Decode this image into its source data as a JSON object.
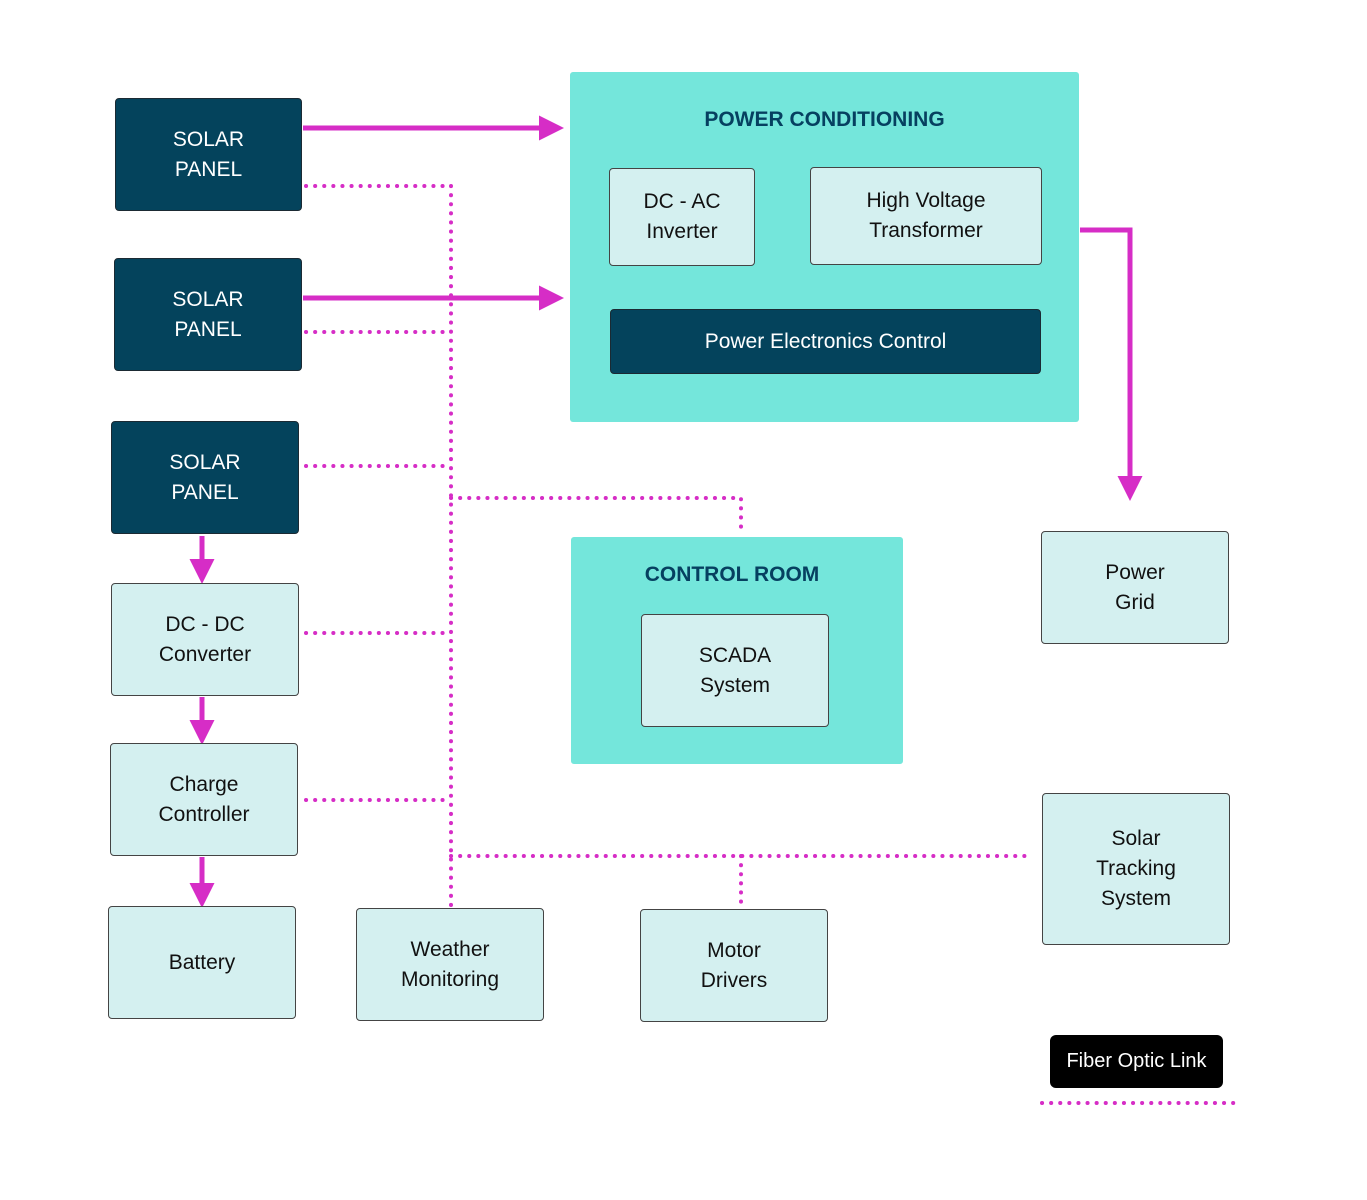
{
  "groups": {
    "power_conditioning": {
      "title": "POWER CONDITIONING",
      "inverter": "DC - AC\nInverter",
      "transformer": "High Voltage\nTransformer",
      "pe_control": "Power Electronics Control"
    },
    "control_room": {
      "title": "CONTROL ROOM",
      "scada": "SCADA\nSystem"
    }
  },
  "nodes": {
    "solar_panel_1": "SOLAR\nPANEL",
    "solar_panel_2": "SOLAR\nPANEL",
    "solar_panel_3": "SOLAR\nPANEL",
    "dc_dc_converter": "DC - DC\nConverter",
    "charge_controller": "Charge\nController",
    "battery": "Battery",
    "weather_monitoring": "Weather\nMonitoring",
    "motor_drivers": "Motor\nDrivers",
    "solar_tracking": "Solar\nTracking\nSystem",
    "power_grid": "Power\nGrid"
  },
  "legend": {
    "label": "Fiber Optic Link"
  },
  "colors": {
    "power_flow": "#d62dc6",
    "fiber_link": "#d62dc6",
    "dark_node": "#04435c",
    "light_node": "#d4f0f0",
    "group_fill": "#74e6db",
    "group_title": "#064060"
  }
}
